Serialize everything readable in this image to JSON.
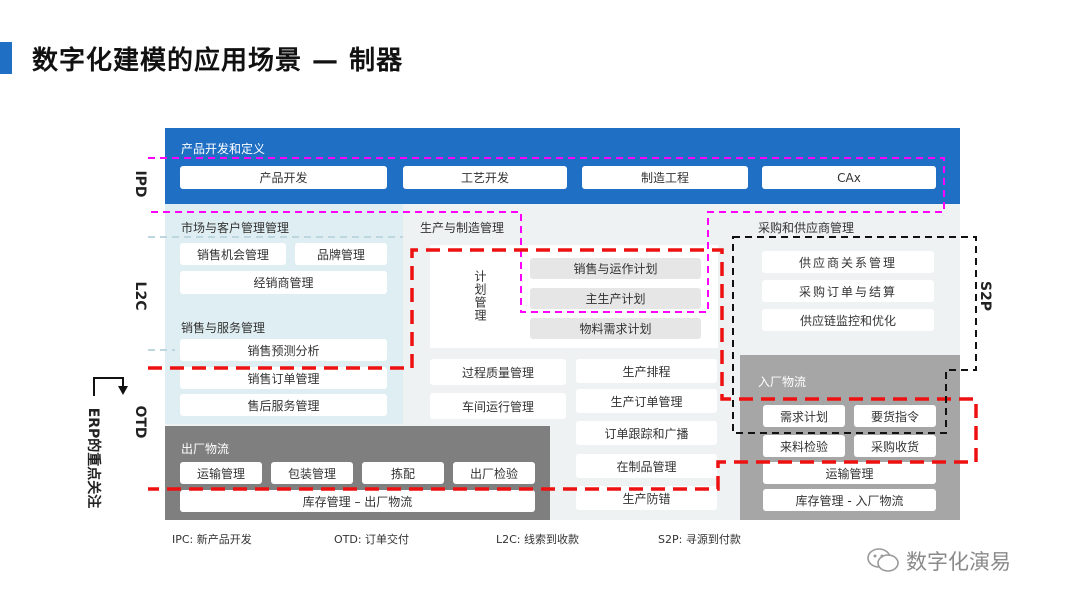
{
  "header": {
    "title": "数字化建模的应用场景 — 制器"
  },
  "ipd": {
    "title": "产品开发和定义",
    "items": [
      "产品开发",
      "工艺开发",
      "制造工程",
      "CAx"
    ]
  },
  "market": {
    "title": "市场与客户管理管理",
    "items": [
      "销售机会管理",
      "品牌管理",
      "经销商管理"
    ]
  },
  "sales": {
    "title": "销售与服务管理",
    "items": [
      "销售预测分析",
      "销售订单管理",
      "售后服务管理"
    ]
  },
  "production": {
    "title": "生产与制造管理",
    "plan_label": "计划管理",
    "plan_items": [
      "销售与运作计划",
      "主生产计划",
      "物料需求计划"
    ],
    "left_items": [
      "过程质量管理",
      "车间运行管理"
    ],
    "right_items": [
      "生产排程",
      "生产订单管理",
      "订单跟踪和广播",
      "在制品管理",
      "生产防错"
    ]
  },
  "purchase": {
    "title": "采购和供应商管理",
    "items": [
      "供应商关系管理",
      "采购订单与结算",
      "供应链监控和优化"
    ]
  },
  "inbound": {
    "title": "入厂物流",
    "items": [
      "需求计划",
      "要货指令",
      "来料检验",
      "采购收货",
      "运输管理",
      "库存管理 - 入厂物流"
    ]
  },
  "outbound": {
    "title": "出厂物流",
    "items": [
      "运输管理",
      "包装管理",
      "拣配",
      "出厂检验",
      "库存管理 – 出厂物流"
    ]
  },
  "side_labels": {
    "ipd": "IPD",
    "l2c": "L2C",
    "s2p": "S2P",
    "otd": "OTD",
    "erp": "ERP的重点关注"
  },
  "footer": [
    "IPC:  新产品开发",
    "OTD:  订单交付",
    "L2C:  线索到收款",
    "S2P:  寻源到付款"
  ],
  "watermark": "数字化演易",
  "colors": {
    "blue": "#1f6fc5",
    "light_teal": "#dfeef2",
    "light_grey": "#eef2f3",
    "dark_grey": "#7f7f7f",
    "magenta": "#ff00ff",
    "red": "#ee1111",
    "black": "#111111"
  }
}
